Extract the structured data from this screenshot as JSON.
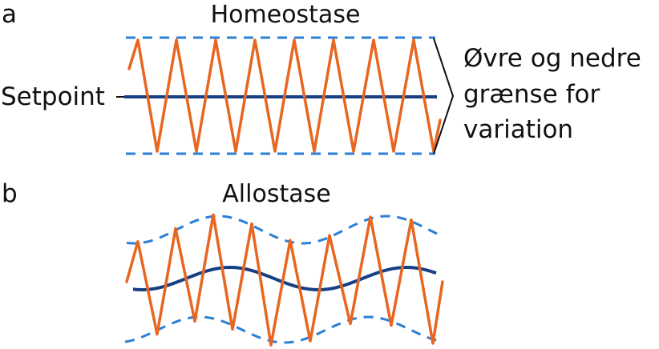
{
  "panel_a": {
    "letter": "a",
    "title": "Homeostase",
    "setpoint_label": "Setpoint",
    "bound_label_lines": [
      "Øvre og nedre",
      "grænse for",
      "variation"
    ]
  },
  "panel_b": {
    "letter": "b",
    "title": "Allostase"
  },
  "colors": {
    "oscillation": "#e8661f",
    "setpoint_line": "#173f84",
    "bound_dashes": "#2b7fd4",
    "text": "#111111"
  }
}
